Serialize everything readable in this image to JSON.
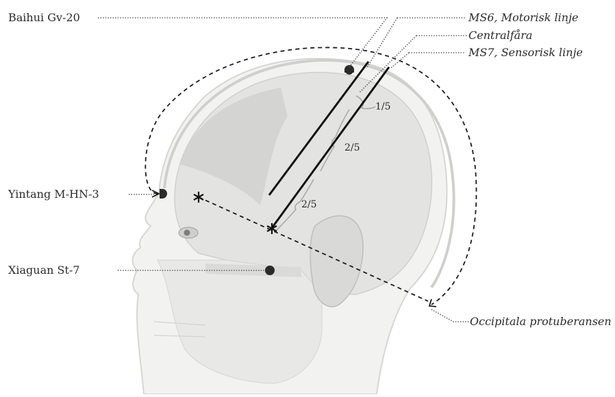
{
  "labels": {
    "baihui": "Baihui Gv-20",
    "yintang": "Yintang M-HN-3",
    "xiaguan": "Xiaguan St-7",
    "ms6": "MS6, Motorisk linje",
    "centralfara": "Centralfåra",
    "ms7": "MS7, Sensorisk linje",
    "occipitala": "Occipitala protuberansen"
  },
  "fractions": {
    "top": "1/5",
    "middle": "2/5",
    "bottom": "2/5"
  },
  "colors": {
    "skull": "#e4e4e2",
    "skin": "#efefed",
    "ink": "#111111",
    "leader": "#555555"
  }
}
